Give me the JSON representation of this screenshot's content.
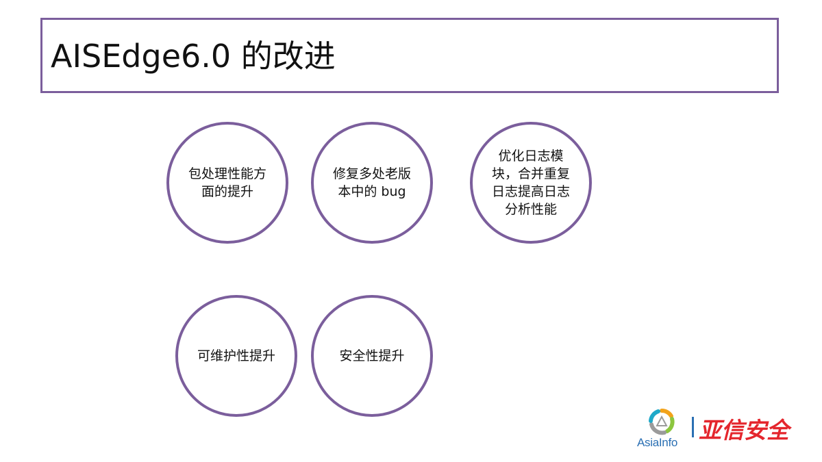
{
  "slide": {
    "title": "AISEdge6.0 的改进",
    "items": [
      "包处理性能方面的提升",
      "修复多处老版本中的 bug",
      "优化日志模块，合并重复日志提高日志分析性能",
      "可维护性提升",
      "安全性提升"
    ]
  },
  "logo": {
    "brand": "AsiaInfo",
    "chinese": "亚信安全"
  },
  "colors": {
    "accent": "#7b5e9c",
    "brand_blue": "#2a6fb3",
    "brand_red": "#e4262d"
  }
}
